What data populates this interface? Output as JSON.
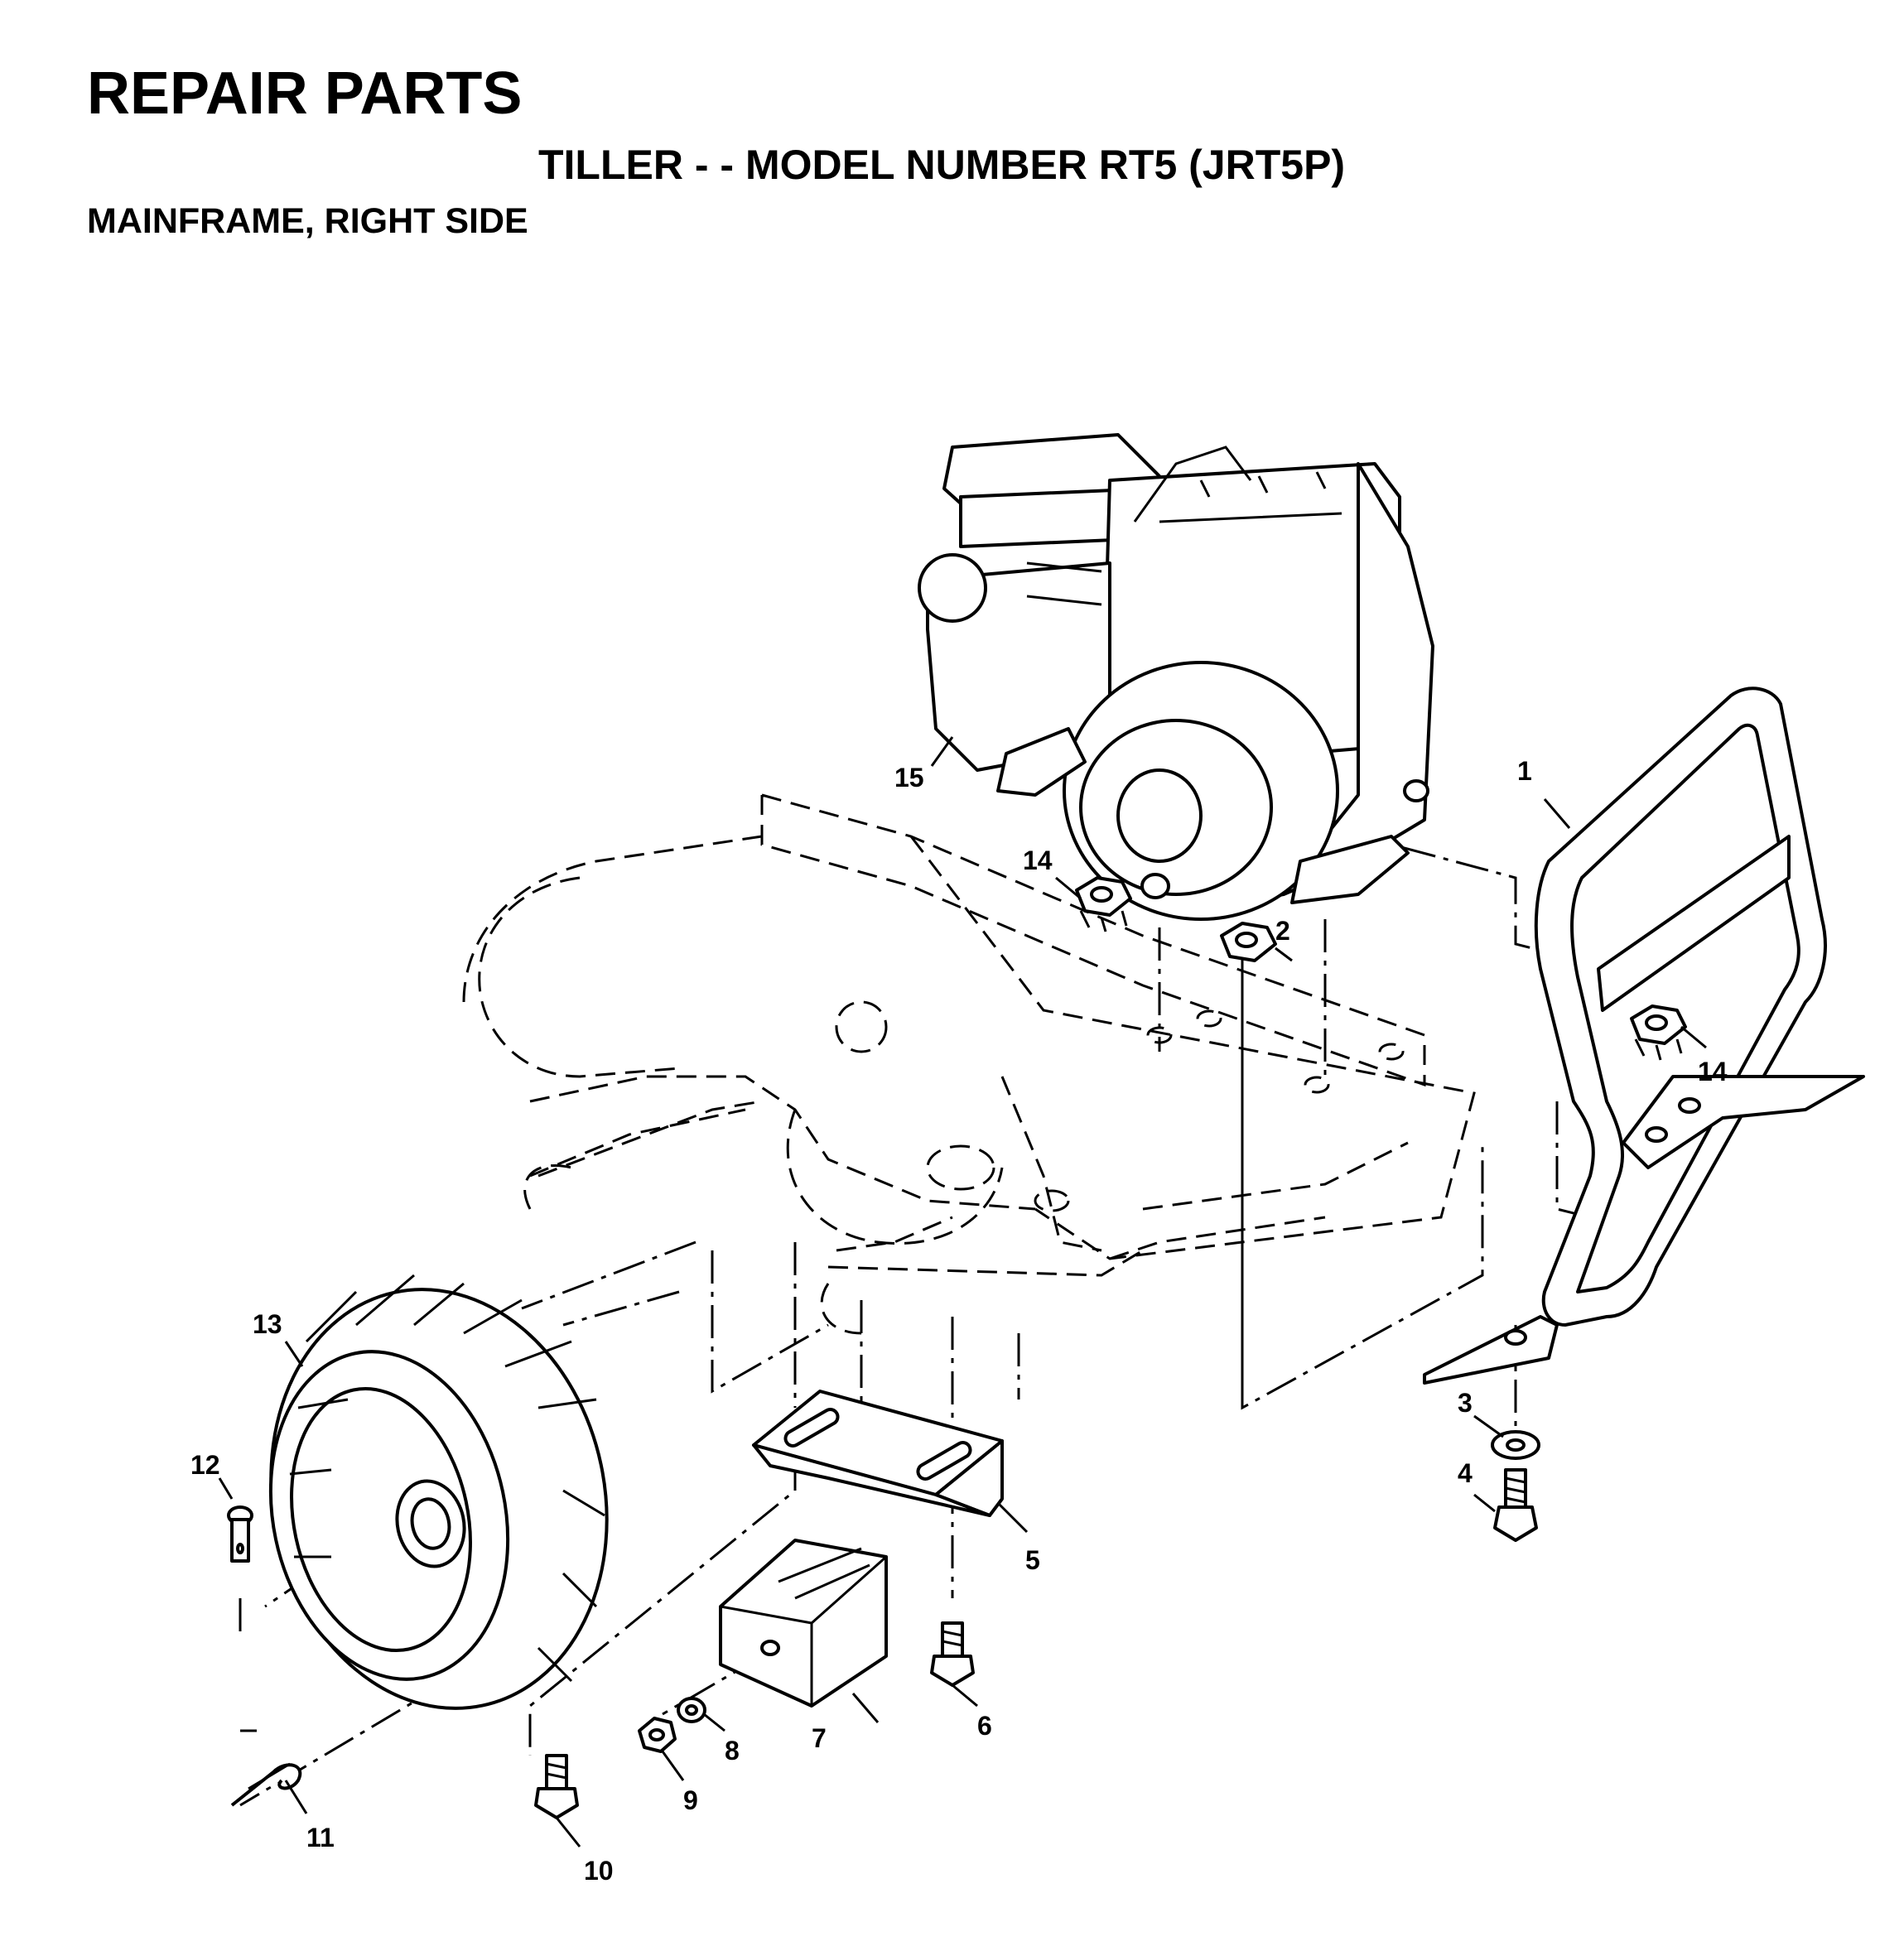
{
  "header": {
    "title": "REPAIR PARTS",
    "subtitle": "TILLER - - MODEL NUMBER RT5 (JRT5P)",
    "section": "MAINFRAME, RIGHT SIDE"
  },
  "callouts": {
    "c1": "1",
    "c2": "2",
    "c3": "3",
    "c4": "4",
    "c5": "5",
    "c6": "6",
    "c7": "7",
    "c8": "8",
    "c9": "9",
    "c10": "10",
    "c11": "11",
    "c12": "12",
    "c13": "13",
    "c14a": "14",
    "c14b": "14",
    "c15": "15"
  }
}
